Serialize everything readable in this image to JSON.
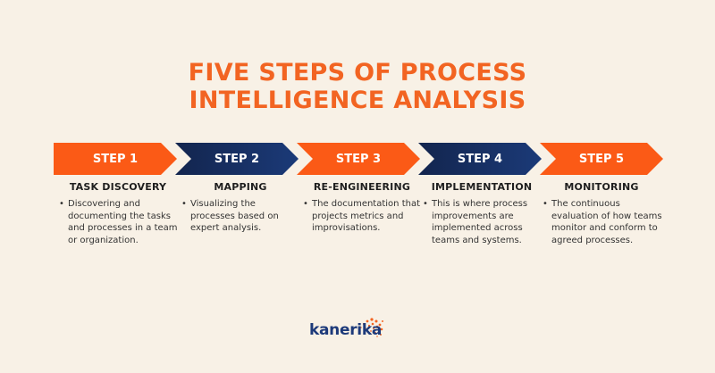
{
  "title": {
    "line1": "FIVE STEPS OF PROCESS",
    "line2": "INTELLIGENCE ANALYSIS"
  },
  "steps": [
    {
      "label": "STEP 1",
      "heading": "TASK DISCOVERY",
      "text": "Discovering and documenting the tasks and processes in a team or organization.",
      "color": "#fb5a16"
    },
    {
      "label": "STEP 2",
      "heading": "MAPPING",
      "text": "Visualizing the processes based on expert analysis.",
      "color": "#1b3a78"
    },
    {
      "label": "STEP 3",
      "heading": "RE-ENGINEERING",
      "text": "The documentation that projects metrics and improvisations.",
      "color": "#fb5a16"
    },
    {
      "label": "STEP 4",
      "heading": "IMPLEMENTATION",
      "text": "This is where process improvements are implemented across teams and systems.",
      "color": "#1b3a78"
    },
    {
      "label": "STEP 5",
      "heading": "MONITORING",
      "text": "The continuous evaluation of how teams monitor and conform to agreed processes.",
      "color": "#fb5a16"
    }
  ],
  "brand": {
    "name": "kanerika",
    "accent": "#f26422",
    "primary": "#1d3a7a",
    "icon": "dotted-sunburst-icon"
  }
}
